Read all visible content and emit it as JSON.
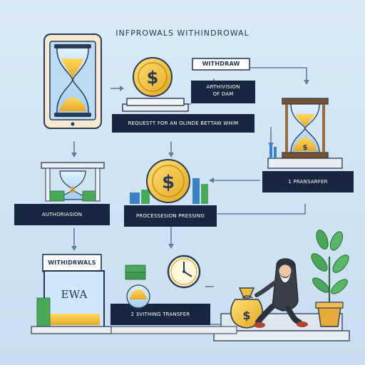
{
  "title": "INFPROWALS WITHINDROWAL",
  "labels": {
    "withdraw": "WITHDRAW",
    "authorization_box": "ARTHIVISION\nOF DAM",
    "request": "REQUESTT FOR AN OLINDE BETTAW WHIM",
    "transfer_top": "1 PRANSARFER",
    "authorization_left": "AUTHORIASION",
    "processing": "PROCESSESION PRESSING",
    "withdrawals": "WITHIDRWALS",
    "ewa": "EWA",
    "transfer_bottom": "2 3VITHING TRANSFER"
  },
  "colors": {
    "navy": "#1f3550",
    "gold": "#f2c53d",
    "sky": "#cfe3f4",
    "green": "#4aa85a",
    "teal": "#3b82c4"
  },
  "icons": [
    "tablet-hourglass-icon",
    "gold-coin-icon",
    "hourglass-icon",
    "coin-display-icon",
    "clock-icon",
    "money-bag-icon",
    "plant-icon",
    "person-icon"
  ]
}
